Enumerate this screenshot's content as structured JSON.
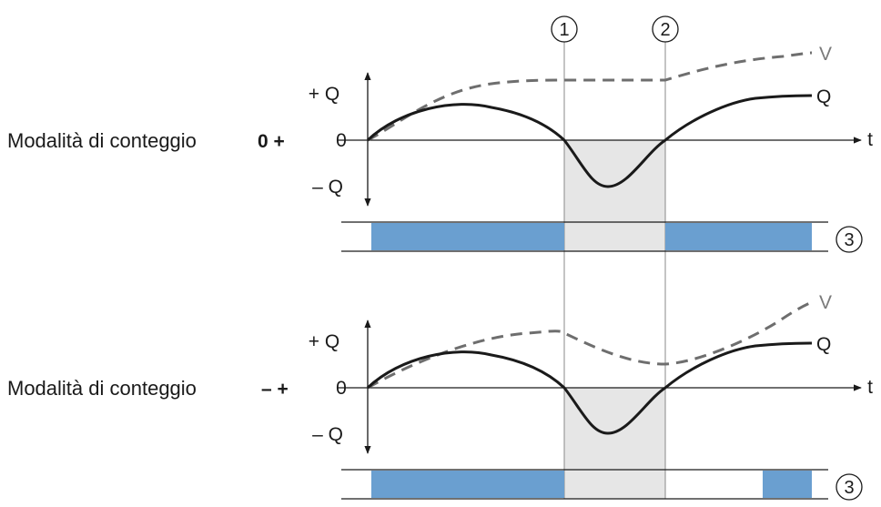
{
  "colors": {
    "shade": "#e6e6e6",
    "bar": "#6a9fd0",
    "q_curve": "#1a1a1a",
    "v_curve": "#6e6e6e",
    "axis": "#1a1a1a"
  },
  "markers": [
    {
      "number": "1"
    },
    {
      "number": "2"
    }
  ],
  "panels": [
    {
      "mode_label": "Modalità di conteggio",
      "mode_symbol": "0 +",
      "y_top_label": "+ Q",
      "y_zero_label": "0",
      "y_bottom_label": "– Q",
      "x_axis_label": "t",
      "v_curve_label": "V",
      "q_curve_label": "Q",
      "bar_marker": "3"
    },
    {
      "mode_label": "Modalità di conteggio",
      "mode_symbol": "– +",
      "y_top_label": "+ Q",
      "y_zero_label": "0",
      "y_bottom_label": "– Q",
      "x_axis_label": "t",
      "v_curve_label": "V",
      "q_curve_label": "Q",
      "bar_marker": "3"
    }
  ]
}
